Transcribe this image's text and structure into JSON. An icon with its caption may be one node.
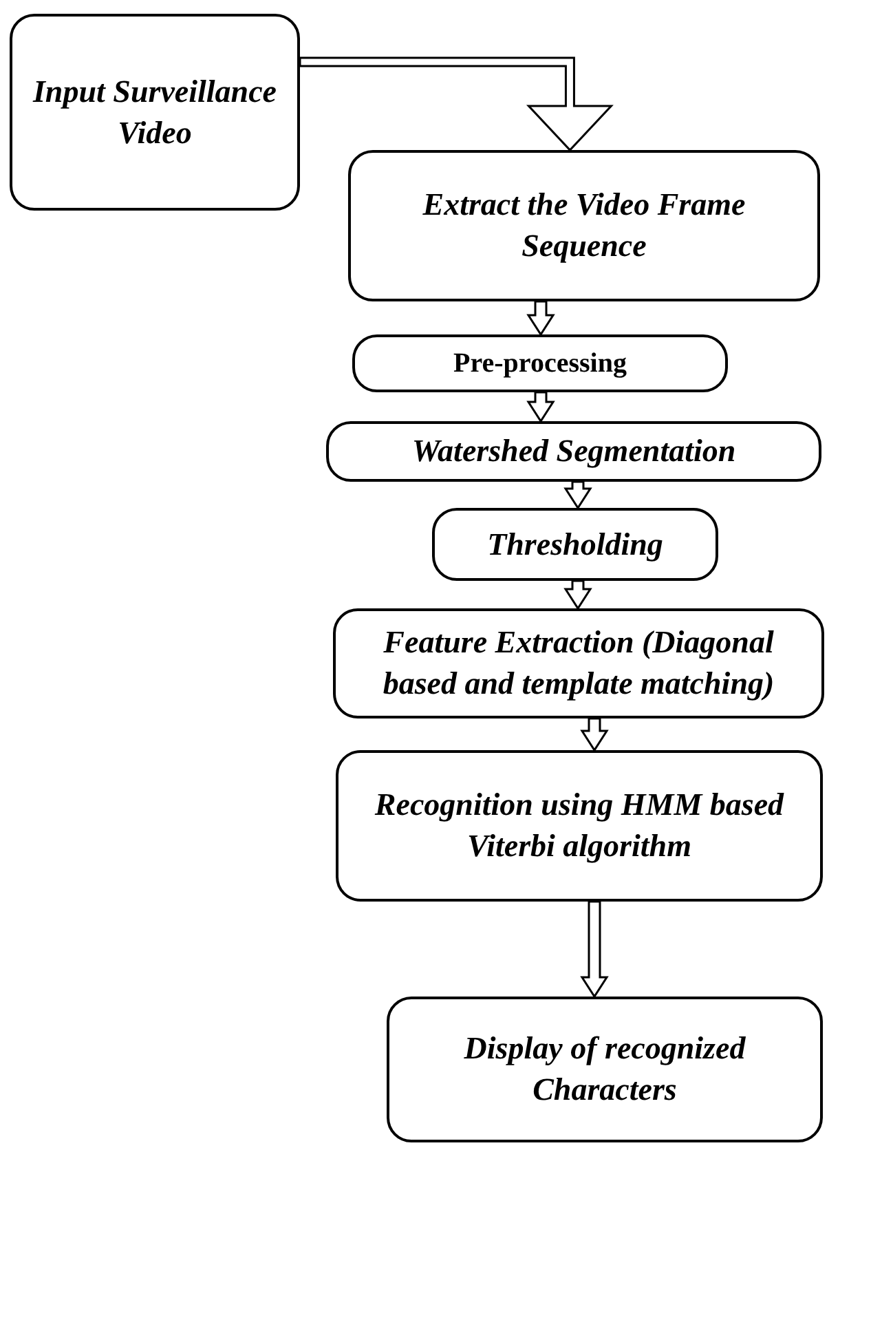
{
  "diagram": {
    "nodes": [
      {
        "text": [
          "Input Surveillance Video"
        ]
      },
      {
        "text": [
          "Extract the Video Frame Sequence"
        ]
      },
      {
        "text": [
          "Pre-processing"
        ]
      },
      {
        "text": [
          "Watershed Segmentation"
        ]
      },
      {
        "text": [
          "Thresholding"
        ]
      },
      {
        "text": [
          "Feature Extraction (Diagonal based and template matching)"
        ]
      },
      {
        "text": [
          "Recognition using HMM based Viterbi algorithm"
        ]
      },
      {
        "text": [
          "Display of recognized Characters"
        ]
      }
    ],
    "edges": [
      {
        "from": 0,
        "to": 1,
        "arrow": "to"
      },
      {
        "from": 1,
        "to": 2,
        "arrow": "to"
      },
      {
        "from": 2,
        "to": 3,
        "arrow": "to"
      },
      {
        "from": 3,
        "to": 4,
        "arrow": "to"
      },
      {
        "from": 4,
        "to": 5,
        "arrow": "to"
      },
      {
        "from": 5,
        "to": 6,
        "arrow": "to"
      },
      {
        "from": 6,
        "to": 7,
        "arrow": "to"
      }
    ]
  }
}
